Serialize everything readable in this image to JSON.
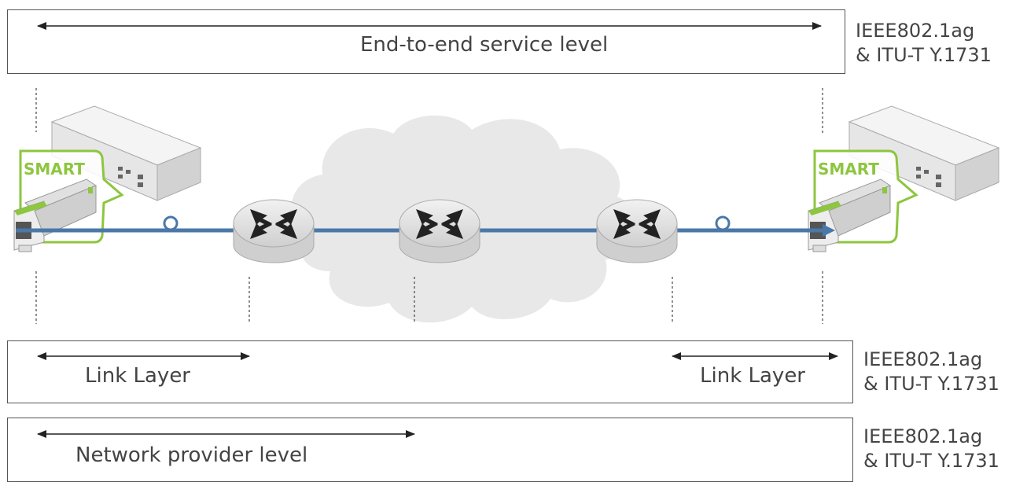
{
  "service_band": {
    "label": "End-to-end service level",
    "standard_line1": "IEEE802.1ag",
    "standard_line2": "& ITU-T Y.1731"
  },
  "link_band": {
    "left_label": "Link Layer",
    "right_label": "Link Layer",
    "standard_line1": "IEEE802.1ag",
    "standard_line2": "& ITU-T Y.1731"
  },
  "provider_band": {
    "label": "Network provider level",
    "standard_line1": "IEEE802.1ag",
    "standard_line2": "& ITU-T Y.1731"
  },
  "devices": {
    "smartx_logo_text": "SMART"
  },
  "colors": {
    "link_line": "#4a78a8",
    "smartx_green": "#8dc63f",
    "cloud": "#e8e8e8",
    "router": "#d9d9d9",
    "arrow": "#222222"
  }
}
